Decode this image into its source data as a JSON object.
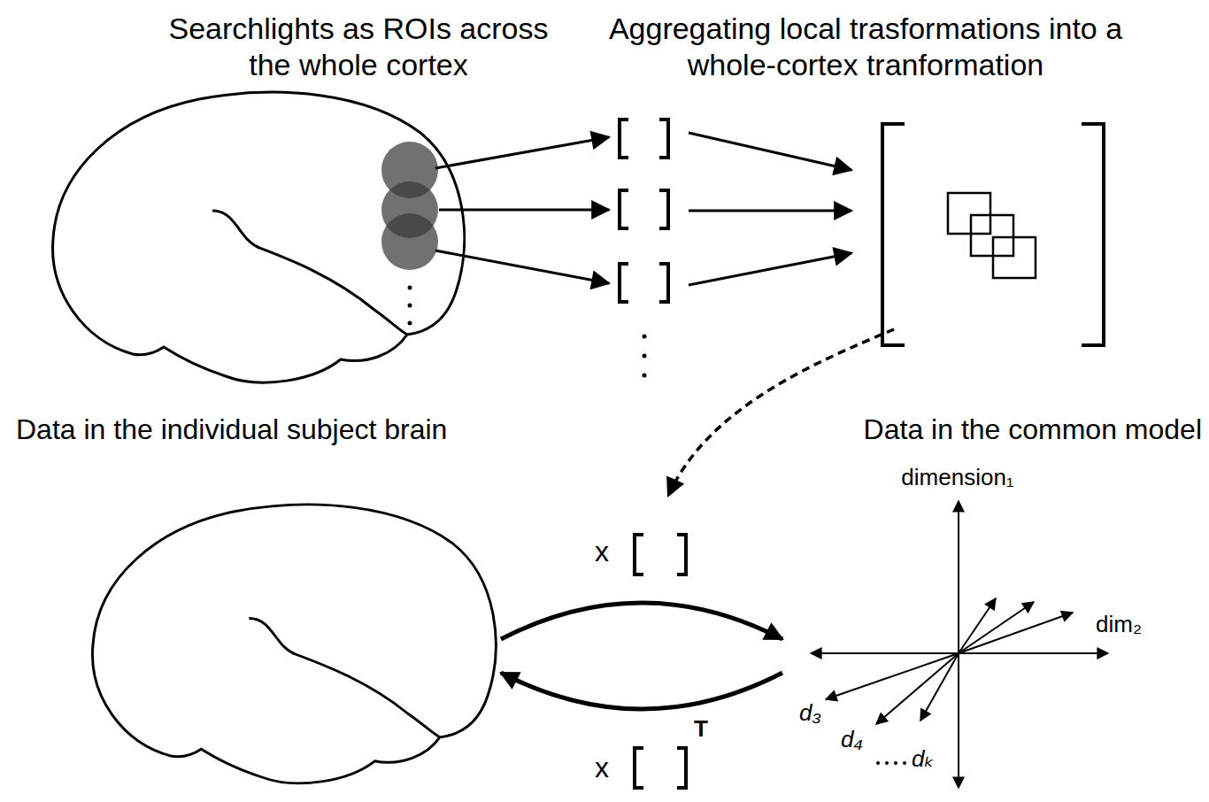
{
  "diagram": {
    "labels": [
      "Searchlights as ROIs across the whole cortex",
      "Aggregating local trasformations into a whole-cortex tranformation",
      "Data in the individual subject brain",
      "Data in the common model",
      "dimension₁",
      "dim₂",
      "d₃",
      "d₄",
      "dₖ",
      "x",
      "x",
      "T"
    ]
  }
}
